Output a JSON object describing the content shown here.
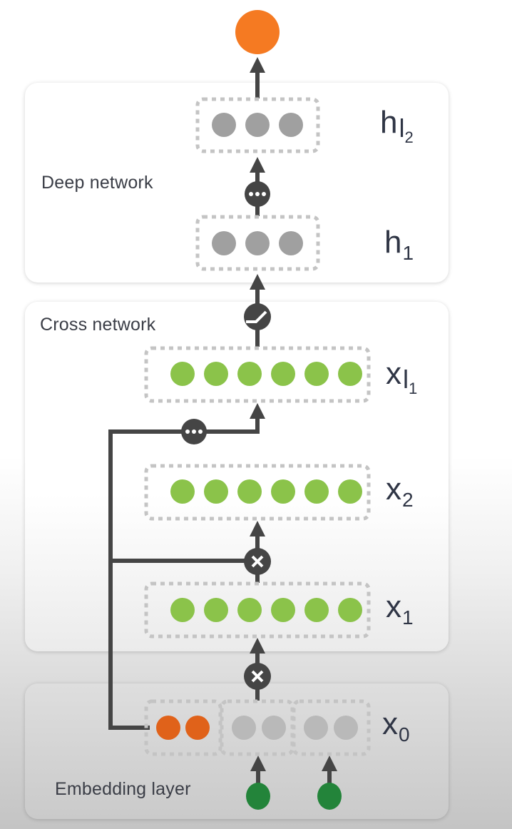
{
  "colors": {
    "output_node": "#f57a22",
    "hidden_node": "#a0a0a0",
    "cross_node": "#8bc34a",
    "embed_dense_node": "#e0621a",
    "embed_sparse_node": "#b9b9b9",
    "input_node": "#23843a",
    "edge": "#454545",
    "dotted_box": "#c4c4c4",
    "label_text": "#2f3545"
  },
  "panels": {
    "deep": {
      "label": "Deep network"
    },
    "cross": {
      "label": "Cross network"
    },
    "embedding": {
      "label": "Embedding layer"
    }
  },
  "output": {
    "node_count": 1
  },
  "deep_layers": [
    {
      "id": "h_l2",
      "base": "h",
      "sub_main": "l",
      "sub_index": "2",
      "node_count": 3
    },
    {
      "id": "h_1",
      "base": "h",
      "sub_main": "1",
      "sub_index": "",
      "node_count": 3
    }
  ],
  "cross_layers": [
    {
      "id": "x_l1",
      "base": "x",
      "sub_main": "l",
      "sub_index": "1",
      "node_count": 6
    },
    {
      "id": "x_2",
      "base": "x",
      "sub_main": "2",
      "sub_index": "",
      "node_count": 6
    },
    {
      "id": "x_1",
      "base": "x",
      "sub_main": "1",
      "sub_index": "",
      "node_count": 6
    }
  ],
  "embedding_layer": {
    "id": "x_0",
    "base": "x",
    "sub_main": "0",
    "groups": [
      {
        "type": "dense",
        "node_count": 2
      },
      {
        "type": "sparse-embedding",
        "node_count": 2
      },
      {
        "type": "sparse-embedding",
        "node_count": 2
      }
    ],
    "input_node_count": 2
  },
  "operators": [
    {
      "id": "deep-ellipsis",
      "symbol": "…",
      "meaning": "more deep layers"
    },
    {
      "id": "activation",
      "symbol": "relu",
      "meaning": "activation"
    },
    {
      "id": "cross-ellipsis",
      "symbol": "…",
      "meaning": "more cross layers"
    },
    {
      "id": "cross-multiply-2",
      "symbol": "×",
      "meaning": "feature crossing"
    },
    {
      "id": "cross-multiply-1",
      "symbol": "×",
      "meaning": "feature crossing"
    }
  ]
}
